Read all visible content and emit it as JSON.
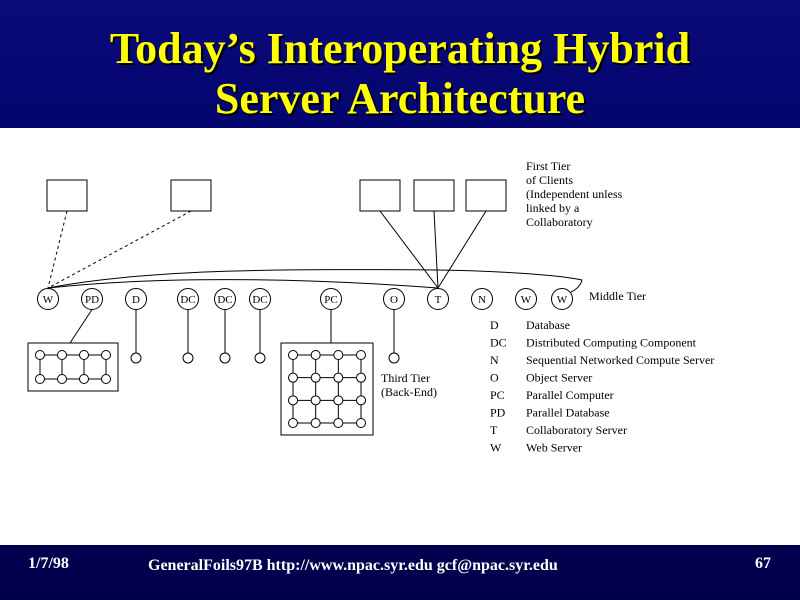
{
  "slide": {
    "title_line1": "Today’s Interoperating Hybrid",
    "title_line2": "Server Architecture"
  },
  "diagram": {
    "first_tier_label": [
      "First Tier",
      "of Clients",
      "(Independent unless",
      "linked by a",
      "Collaboratory"
    ],
    "middle_tier_label": "Middle Tier",
    "third_tier_label": [
      "Third Tier",
      "(Back-End)"
    ],
    "middle_nodes": [
      "W",
      "PD",
      "D",
      "DC",
      "DC",
      "DC",
      "PC",
      "O",
      "T",
      "N",
      "W",
      "W"
    ],
    "legend": [
      {
        "abbr": "D",
        "desc": "Database"
      },
      {
        "abbr": "DC",
        "desc": "Distributed Computing Component"
      },
      {
        "abbr": "N",
        "desc": "Sequential Networked Compute Server"
      },
      {
        "abbr": "O",
        "desc": "Object Server"
      },
      {
        "abbr": "PC",
        "desc": "Parallel Computer"
      },
      {
        "abbr": "PD",
        "desc": "Parallel Database"
      },
      {
        "abbr": "T",
        "desc": "Collaboratory Server"
      },
      {
        "abbr": "W",
        "desc": "Web Server"
      }
    ]
  },
  "footer": {
    "date": "1/7/98",
    "center": "GeneralFoils97B http://www.npac.syr.edu gcf@npac.syr.edu",
    "page": "67"
  }
}
